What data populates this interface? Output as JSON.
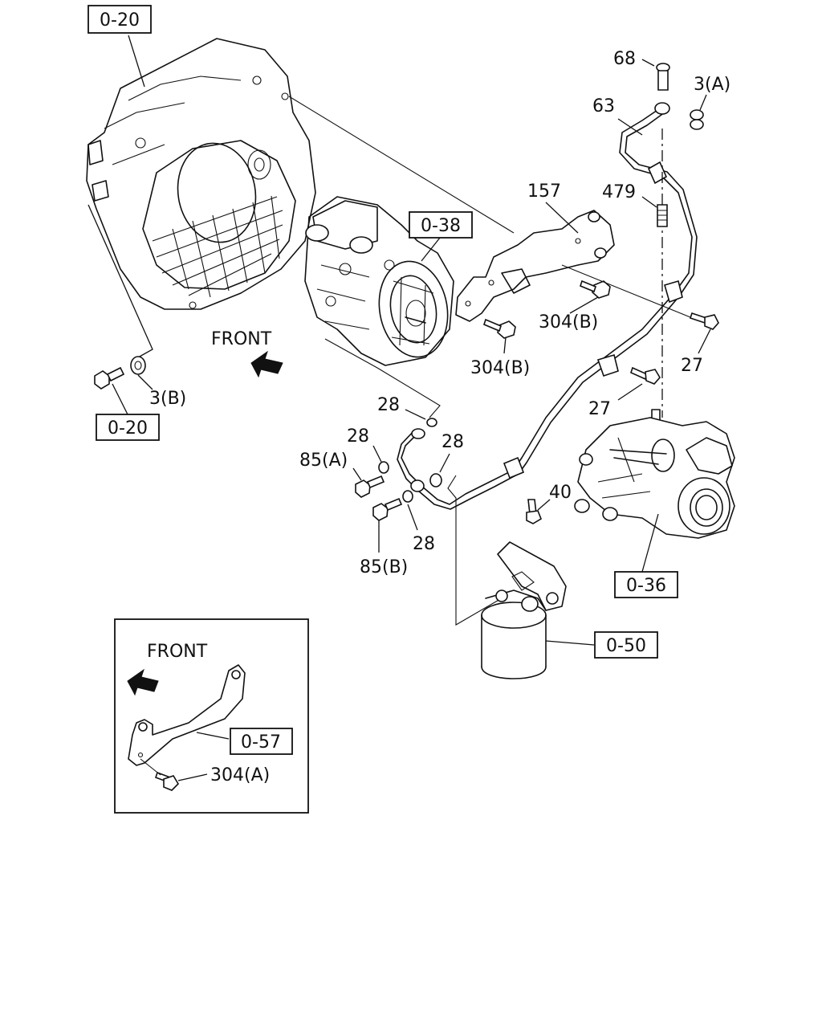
{
  "refs": {
    "flywheel_housing_top": "0-20",
    "flywheel_housing_bottom": "0-20",
    "compressor": "0-38",
    "turbocharger": "0-36",
    "oil_filter": "0-50",
    "inset_bracket": "0-57"
  },
  "parts": {
    "p68": "68",
    "p63": "63",
    "p3a": "3(A)",
    "p157": "157",
    "p479": "479",
    "p304b_right": "304(B)",
    "p304b_left": "304(B)",
    "p27_right": "27",
    "p27_mid": "27",
    "p3b": "3(B)",
    "p28_top": "28",
    "p28_left": "28",
    "p28_right": "28",
    "p28_bottom": "28",
    "p85a": "85(A)",
    "p85b": "85(B)",
    "p40": "40",
    "p304a": "304(A)"
  },
  "front_labels": {
    "main": "FRONT",
    "inset": "FRONT"
  }
}
